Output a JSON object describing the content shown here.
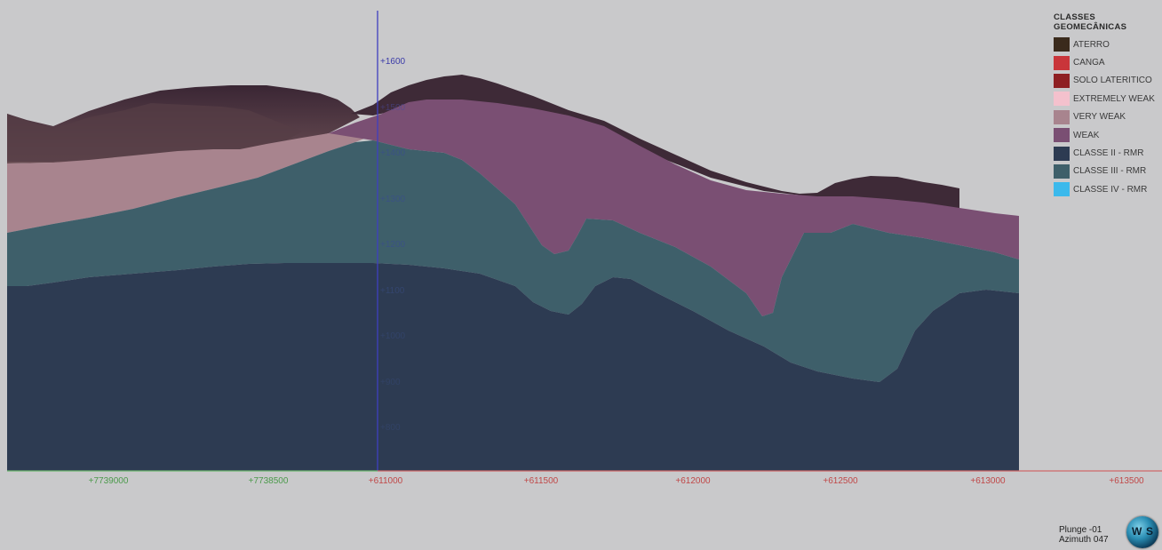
{
  "legend": {
    "title": "CLASSES\nGEOMECÂNICAS",
    "items": [
      {
        "label": "ATERRO",
        "color": "#3a2a1c"
      },
      {
        "label": "CANGA",
        "color": "#c9353a"
      },
      {
        "label": "SOLO LATERITICO",
        "color": "#8e1f22"
      },
      {
        "label": "EXTREMELY WEAK",
        "color": "#f4c1cd"
      },
      {
        "label": "VERY WEAK",
        "color": "#a8848e"
      },
      {
        "label": "WEAK",
        "color": "#7a4f73"
      },
      {
        "label": "CLASSE II - RMR",
        "color": "#2d3b52"
      },
      {
        "label": "CLASSE III - RMR",
        "color": "#3e5f6a"
      },
      {
        "label": "CLASSE IV - RMR",
        "color": "#3bb9ec"
      }
    ]
  },
  "elevation_labels": [
    "+1600",
    "+1500",
    "+1400",
    "+1300",
    "+1200",
    "+1100",
    "+1000",
    "+900",
    "+800"
  ],
  "northing_labels": [
    "+7739000",
    "+7738500"
  ],
  "easting_labels": [
    "+611000",
    "+611500",
    "+612000",
    "+612500",
    "+613000",
    "+613500"
  ],
  "orientation": {
    "plunge": "Plunge -01",
    "azimuth": "Azimuth 047"
  },
  "logo_text": {
    "left": "W",
    "right": "S"
  },
  "colors": {
    "background": "#c9c9cb",
    "terrain_dark": "#3e2a37",
    "terrain_brown": "#5e4448",
    "very_weak": "#a8848e",
    "weak": "#7a4f73",
    "classe_iii": "#3e5f6a",
    "classe_ii": "#2d3b52",
    "vertical_axis": "#3f3fbf",
    "green_axis": "#6fb86f",
    "red_axis": "#d06a6a",
    "northing_text": "#4c9a4c",
    "easting_text": "#c04848"
  }
}
